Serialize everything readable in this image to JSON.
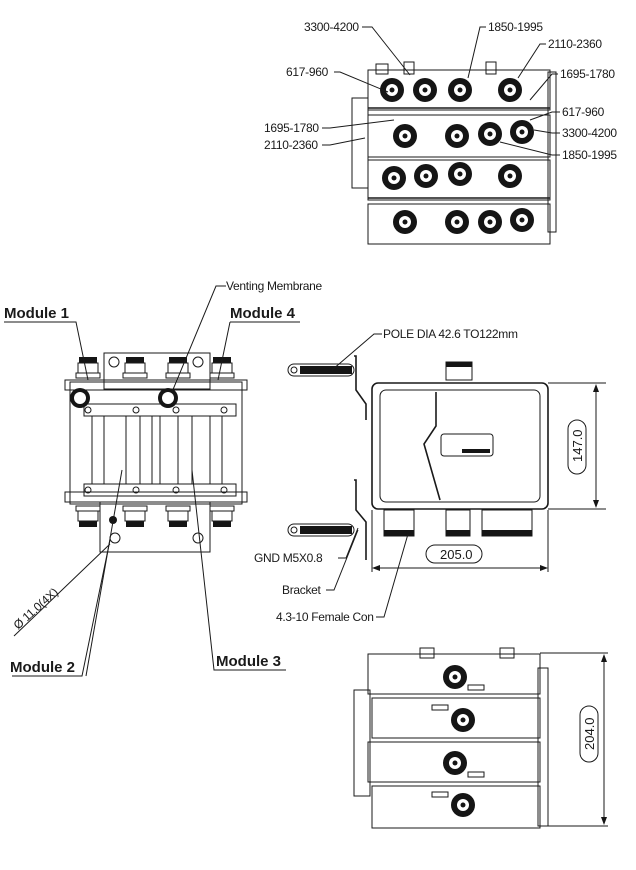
{
  "top_view": {
    "labels": {
      "l1": "3300-4200",
      "l2": "1850-1995",
      "l3": "2110-2360",
      "l4": "617-960",
      "l5": "1695-1780",
      "l6": "617-960",
      "l7": "1695-1780",
      "l8": "3300-4200",
      "l9": "2110-2360",
      "l10": "1850-1995"
    }
  },
  "front_view": {
    "venting": "Venting Membrane",
    "module1": "Module 1",
    "module2": "Module 2",
    "module3": "Module 3",
    "module4": "Module 4",
    "hole": "Ø 11.0(4X)"
  },
  "side_view": {
    "pole": "POLE DIA 42.6 TO122mm",
    "gnd": "GND M5X0.8",
    "bracket": "Bracket",
    "connector": "4.3-10 Female Con",
    "height_dim": "147.0",
    "width_dim": "205.0"
  },
  "bottom_view": {
    "depth_dim": "204.0"
  }
}
